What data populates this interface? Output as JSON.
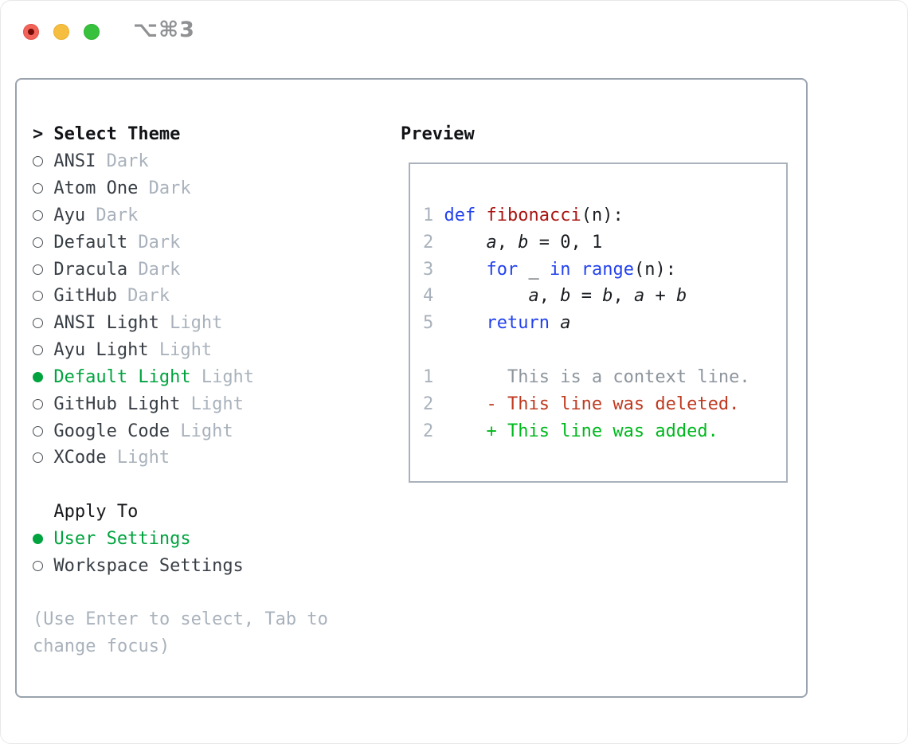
{
  "titlebar": {
    "title": "⌥⌘3"
  },
  "colors": {
    "accent_green": "#00a33e",
    "diff_added_green": "#00b81d",
    "diff_deleted_red": "#bf3a20",
    "keyword_blue": "#2342ee",
    "function_red": "#a91512",
    "muted_gray": "#a9b2bc",
    "panel_border": "#99a2ad",
    "traffic_close": "#f2635a",
    "traffic_minimize": "#f6be40",
    "traffic_zoom": "#38c13c"
  },
  "theme_panel": {
    "prompt": ">",
    "header": "Select Theme",
    "items": [
      {
        "name": "ANSI",
        "tag": "Dark",
        "selected": false
      },
      {
        "name": "Atom One",
        "tag": "Dark",
        "selected": false
      },
      {
        "name": "Ayu",
        "tag": "Dark",
        "selected": false
      },
      {
        "name": "Default",
        "tag": "Dark",
        "selected": false
      },
      {
        "name": "Dracula",
        "tag": "Dark",
        "selected": false
      },
      {
        "name": "GitHub",
        "tag": "Dark",
        "selected": false
      },
      {
        "name": "ANSI Light",
        "tag": "Light",
        "selected": false
      },
      {
        "name": "Ayu Light",
        "tag": "Light",
        "selected": false
      },
      {
        "name": "Default Light",
        "tag": "Light",
        "selected": true
      },
      {
        "name": "GitHub Light",
        "tag": "Light",
        "selected": false
      },
      {
        "name": "Google Code",
        "tag": "Light",
        "selected": false
      },
      {
        "name": "XCode",
        "tag": "Light",
        "selected": false
      }
    ]
  },
  "apply_to": {
    "header": "Apply To",
    "options": [
      {
        "label": "User Settings",
        "selected": true
      },
      {
        "label": "Workspace Settings",
        "selected": false
      }
    ]
  },
  "help_lines": [
    "(Use Enter to select, Tab to",
    "change focus)"
  ],
  "preview": {
    "label": "Preview",
    "lines": [
      {
        "num": "1",
        "segs": [
          {
            "t": "def",
            "c": "k"
          },
          {
            "t": " ",
            "c": "p"
          },
          {
            "t": "fibonacci",
            "c": "f"
          },
          {
            "t": "(n):",
            "c": "p"
          }
        ]
      },
      {
        "num": "2",
        "segs": [
          {
            "t": "    ",
            "c": "p"
          },
          {
            "t": "a",
            "c": "v"
          },
          {
            "t": ", ",
            "c": "p"
          },
          {
            "t": "b",
            "c": "v"
          },
          {
            "t": " = 0, 1",
            "c": "p"
          }
        ]
      },
      {
        "num": "3",
        "segs": [
          {
            "t": "    ",
            "c": "p"
          },
          {
            "t": "for",
            "c": "k"
          },
          {
            "t": " _ ",
            "c": "p"
          },
          {
            "t": "in",
            "c": "k"
          },
          {
            "t": " ",
            "c": "p"
          },
          {
            "t": "range",
            "c": "k"
          },
          {
            "t": "(n):",
            "c": "p"
          }
        ]
      },
      {
        "num": "4",
        "segs": [
          {
            "t": "        ",
            "c": "p"
          },
          {
            "t": "a",
            "c": "v"
          },
          {
            "t": ", ",
            "c": "p"
          },
          {
            "t": "b",
            "c": "v"
          },
          {
            "t": " = ",
            "c": "p"
          },
          {
            "t": "b",
            "c": "v"
          },
          {
            "t": ", ",
            "c": "p"
          },
          {
            "t": "a",
            "c": "v"
          },
          {
            "t": " + ",
            "c": "p"
          },
          {
            "t": "b",
            "c": "v"
          }
        ]
      },
      {
        "num": "5",
        "segs": [
          {
            "t": "    ",
            "c": "p"
          },
          {
            "t": "return",
            "c": "k"
          },
          {
            "t": " ",
            "c": "p"
          },
          {
            "t": "a",
            "c": "v"
          }
        ]
      },
      {
        "num": "",
        "segs": []
      },
      {
        "num": "1",
        "segs": [
          {
            "t": "      This is a context line.",
            "c": "c"
          }
        ]
      },
      {
        "num": "2",
        "segs": [
          {
            "t": "    - This line was deleted.",
            "c": "d"
          }
        ]
      },
      {
        "num": "2",
        "segs": [
          {
            "t": "    + This line was added.",
            "c": "a"
          }
        ]
      }
    ]
  }
}
